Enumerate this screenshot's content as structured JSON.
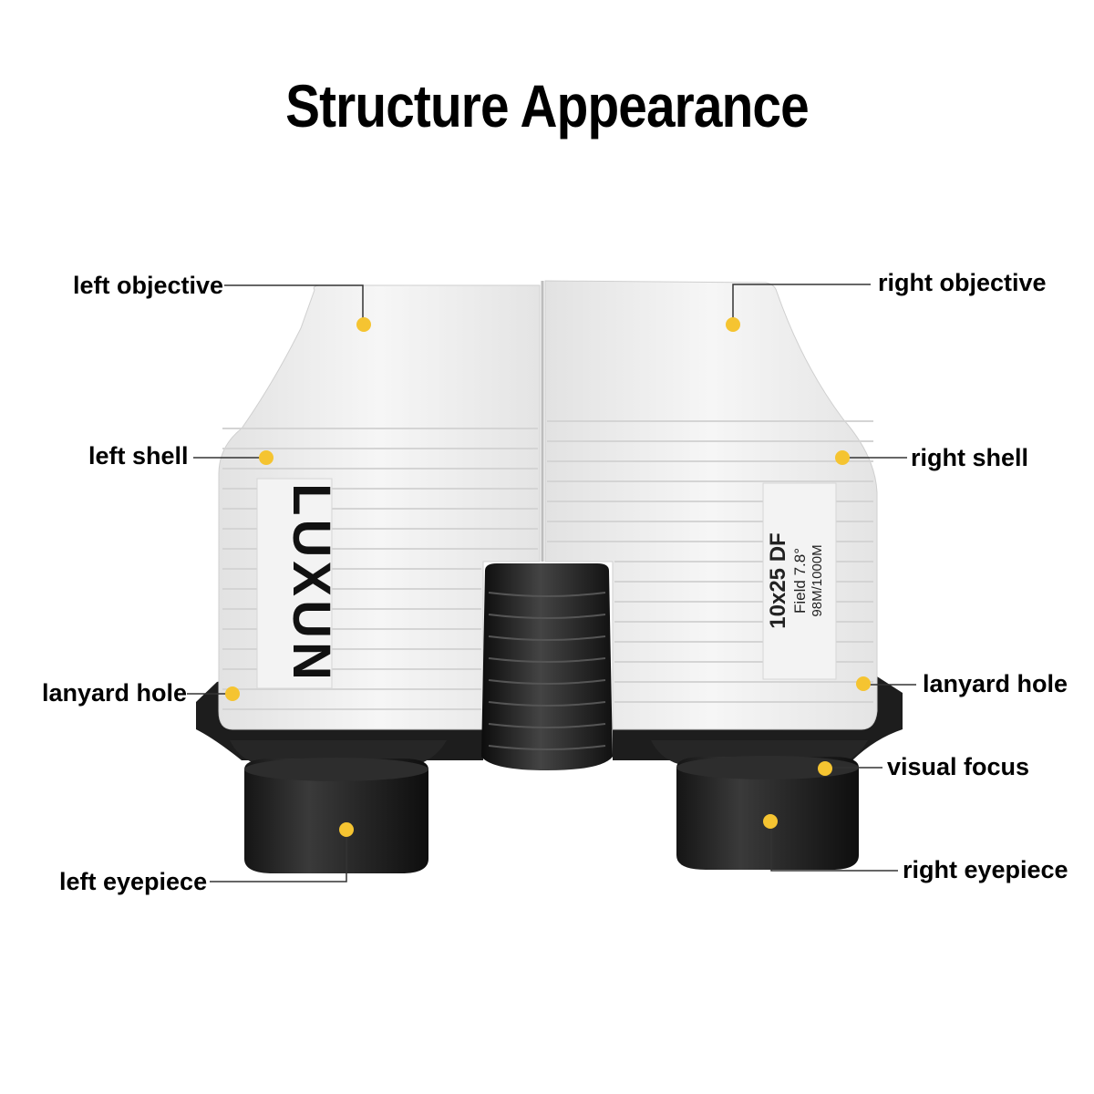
{
  "title": "Structure Appearance",
  "brand_mark": "LUXUN",
  "spec_text": {
    "line1": "10x25 DF",
    "line2": "Field 7.8°",
    "line3": "98M/1000M"
  },
  "labels": {
    "left_objective": "left objective",
    "right_objective": "right objective",
    "left_shell": "left shell",
    "right_shell": "right shell",
    "left_lanyard_hole": "lanyard hole",
    "right_lanyard_hole": "lanyard hole",
    "visual_focus": "visual focus",
    "left_eyepiece": "left eyepiece",
    "right_eyepiece": "right eyepiece"
  },
  "colors": {
    "marker": "#f5c431",
    "body": "#eeeeee",
    "rubber": "#1e1e1e"
  }
}
